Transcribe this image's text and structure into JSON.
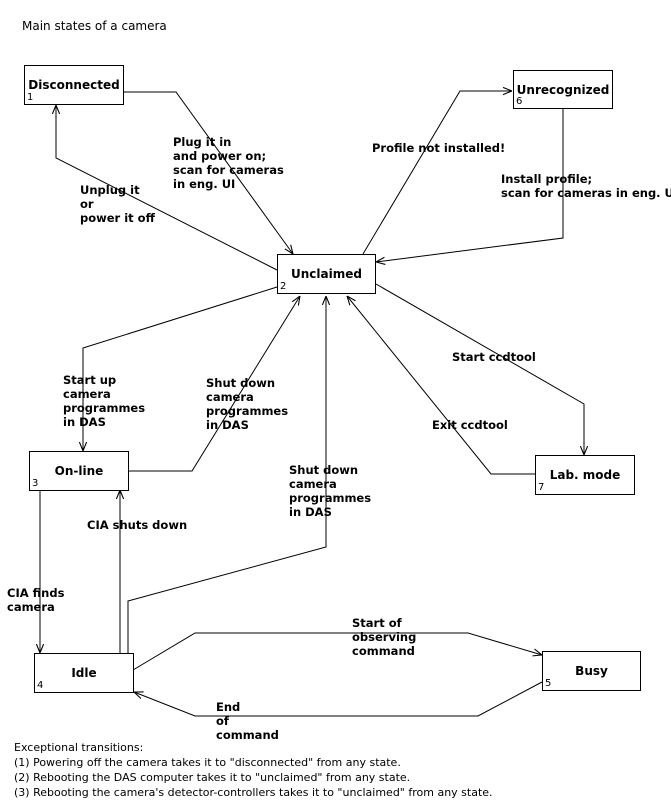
{
  "title": "Main states of a camera",
  "states": {
    "disconnected": {
      "label": "Disconnected",
      "num": "1"
    },
    "unclaimed": {
      "label": "Unclaimed",
      "num": "2"
    },
    "online": {
      "label": "On-line",
      "num": "3"
    },
    "idle": {
      "label": "Idle",
      "num": "4"
    },
    "busy": {
      "label": "Busy",
      "num": "5"
    },
    "unrecognized": {
      "label": "Unrecognized",
      "num": "6"
    },
    "labmode": {
      "label": "Lab. mode",
      "num": "7"
    }
  },
  "transitions": {
    "plug_in": "Plug it in\nand power on;\nscan for cameras\nin eng. UI",
    "unplug": "Unplug it\nor\npower it off",
    "profile_not_installed": "Profile not installed!",
    "install_profile": "Install profile;\nscan for cameras in eng. UI",
    "start_up": "Start up\ncamera\nprogrammes\nin DAS",
    "shut_down_online": "Shut down\ncamera\nprogrammes\nin DAS",
    "start_ccdtool": "Start ccdtool",
    "exit_ccdtool": "Exit ccdtool",
    "shut_down_idle": "Shut down\ncamera\nprogrammes\nin DAS",
    "cia_shuts_down": "CIA shuts down",
    "cia_finds": "CIA finds\ncamera",
    "start_observing": "Start of\nobserving\ncommand",
    "end_command": "End\nof\ncommand"
  },
  "notes": {
    "heading": "Exceptional transitions:",
    "items": [
      "(1) Powering off the camera takes it to \"disconnected\" from any state.",
      "(2) Rebooting the DAS computer takes it to \"unclaimed\" from any state.",
      "(3) Rebooting the camera's detector-controllers takes it to \"unclaimed\" from any state."
    ]
  }
}
